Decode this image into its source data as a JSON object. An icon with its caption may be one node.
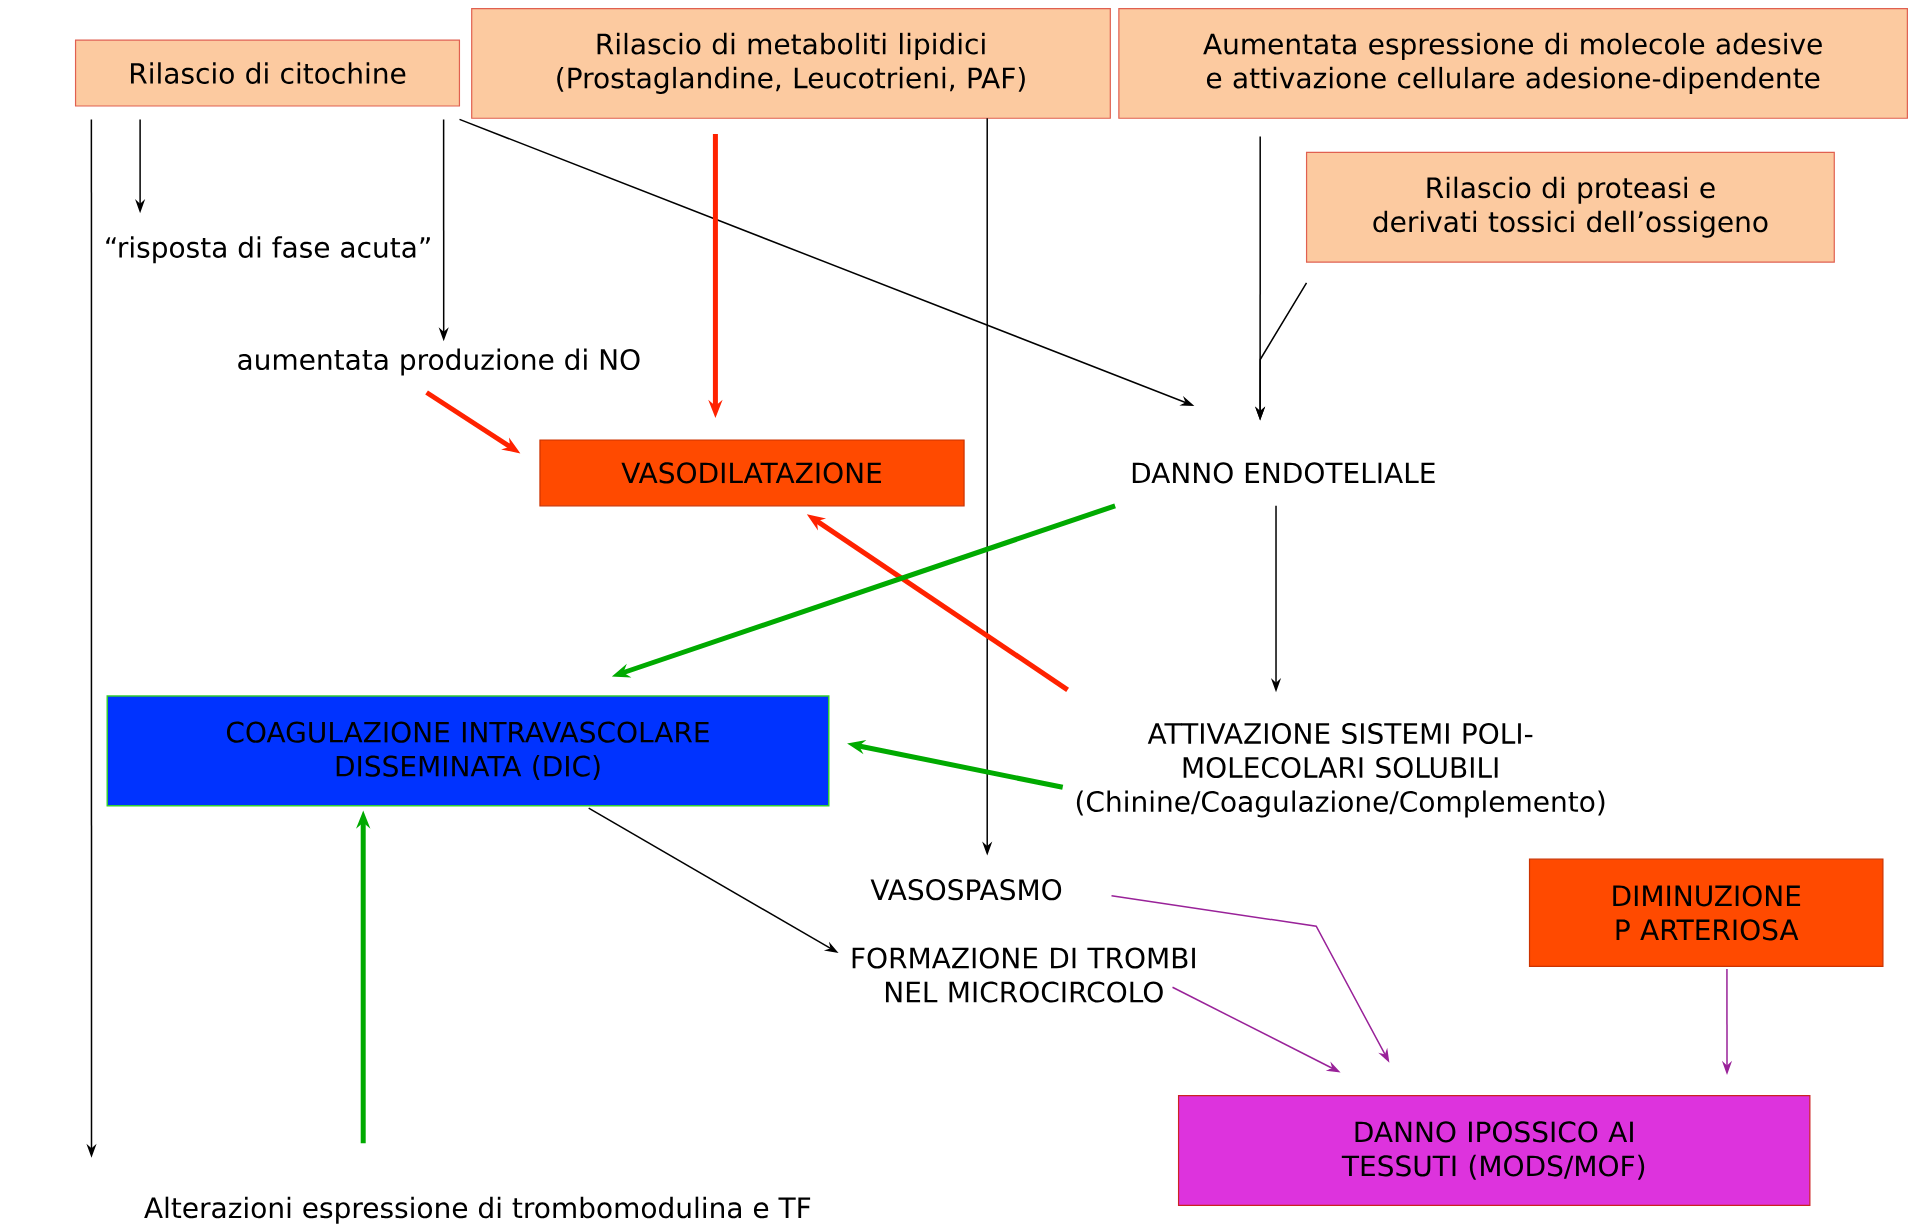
{
  "diagram": {
    "nodes": [
      {
        "text": [
          "Rilascio di citochine"
        ]
      },
      {
        "text": [
          "Rilascio di metaboliti lipidici (Prostaglandine, Leucotrieni, PAF)"
        ]
      },
      {
        "text": [
          "Aumentata espressione di molecole adesive e attivazione cellulare adesione-dipendente"
        ]
      },
      {
        "text": [
          "Rilascio di proteasi e derivati tossici dell’ossigeno"
        ]
      },
      {
        "text": [
          "“risposta di fase acuta”"
        ]
      },
      {
        "text": [
          "aumentata produzione di NO"
        ]
      },
      {
        "text": [
          "VASODILATAZIONE"
        ]
      },
      {
        "text": [
          "DANNO ENDOTELIALE"
        ]
      },
      {
        "text": [
          "COAGULAZIONE INTRAVASCOLARE DISSEMINATA (DIC)"
        ]
      },
      {
        "text": [
          "ATTIVAZIONE SISTEMI POLI- MOLECOLARI SOLUBILI (Chinine/Coagulazione/Complemento)"
        ]
      },
      {
        "text": [
          "VASOSPASMO"
        ]
      },
      {
        "text": [
          "FORMAZIONE DI TROMBI NEL MICROCIRCOLO"
        ]
      },
      {
        "text": [
          "DIMINUZIONE P ARTERIOSA"
        ]
      },
      {
        "text": [
          "DANNO IPOSSICO AI TESSUTI (MODS/MOF)"
        ]
      },
      {
        "text": [
          "Alterazioni espressione di trombomodulina e TF"
        ]
      }
    ],
    "edges": [
      {
        "from": 0,
        "to": 4,
        "arrow": "to"
      },
      {
        "from": 0,
        "to": 14,
        "arrow": "to"
      },
      {
        "from": 0,
        "to": 5,
        "arrow": "to"
      },
      {
        "from": 0,
        "to": 7,
        "arrow": "to"
      },
      {
        "from": 1,
        "to": 6,
        "arrow": "to",
        "style": "thick",
        "color": "#ff2200"
      },
      {
        "from": 1,
        "to": 10,
        "arrow": "to"
      },
      {
        "from": 2,
        "to": 7,
        "arrow": "to"
      },
      {
        "from": 3,
        "to": 7,
        "arrow": "to"
      },
      {
        "from": 5,
        "to": 6,
        "arrow": "to",
        "style": "thick",
        "color": "#ff2200"
      },
      {
        "from": 9,
        "to": 6,
        "arrow": "to",
        "style": "thick",
        "color": "#ff2200"
      },
      {
        "from": 7,
        "to": 8,
        "arrow": "to",
        "style": "thick",
        "color": "#00aa00"
      },
      {
        "from": 7,
        "to": 9,
        "arrow": "to"
      },
      {
        "from": 9,
        "to": 8,
        "arrow": "to",
        "style": "thick",
        "color": "#00aa00"
      },
      {
        "from": 14,
        "to": 8,
        "arrow": "to",
        "style": "thick",
        "color": "#00aa00"
      },
      {
        "from": 8,
        "to": 11,
        "arrow": "to"
      },
      {
        "from": 10,
        "to": 13,
        "arrow": "to",
        "color": "#992299"
      },
      {
        "from": 11,
        "to": 13,
        "arrow": "to",
        "color": "#992299"
      },
      {
        "from": 12,
        "to": 13,
        "arrow": "to",
        "color": "#992299"
      }
    ]
  }
}
